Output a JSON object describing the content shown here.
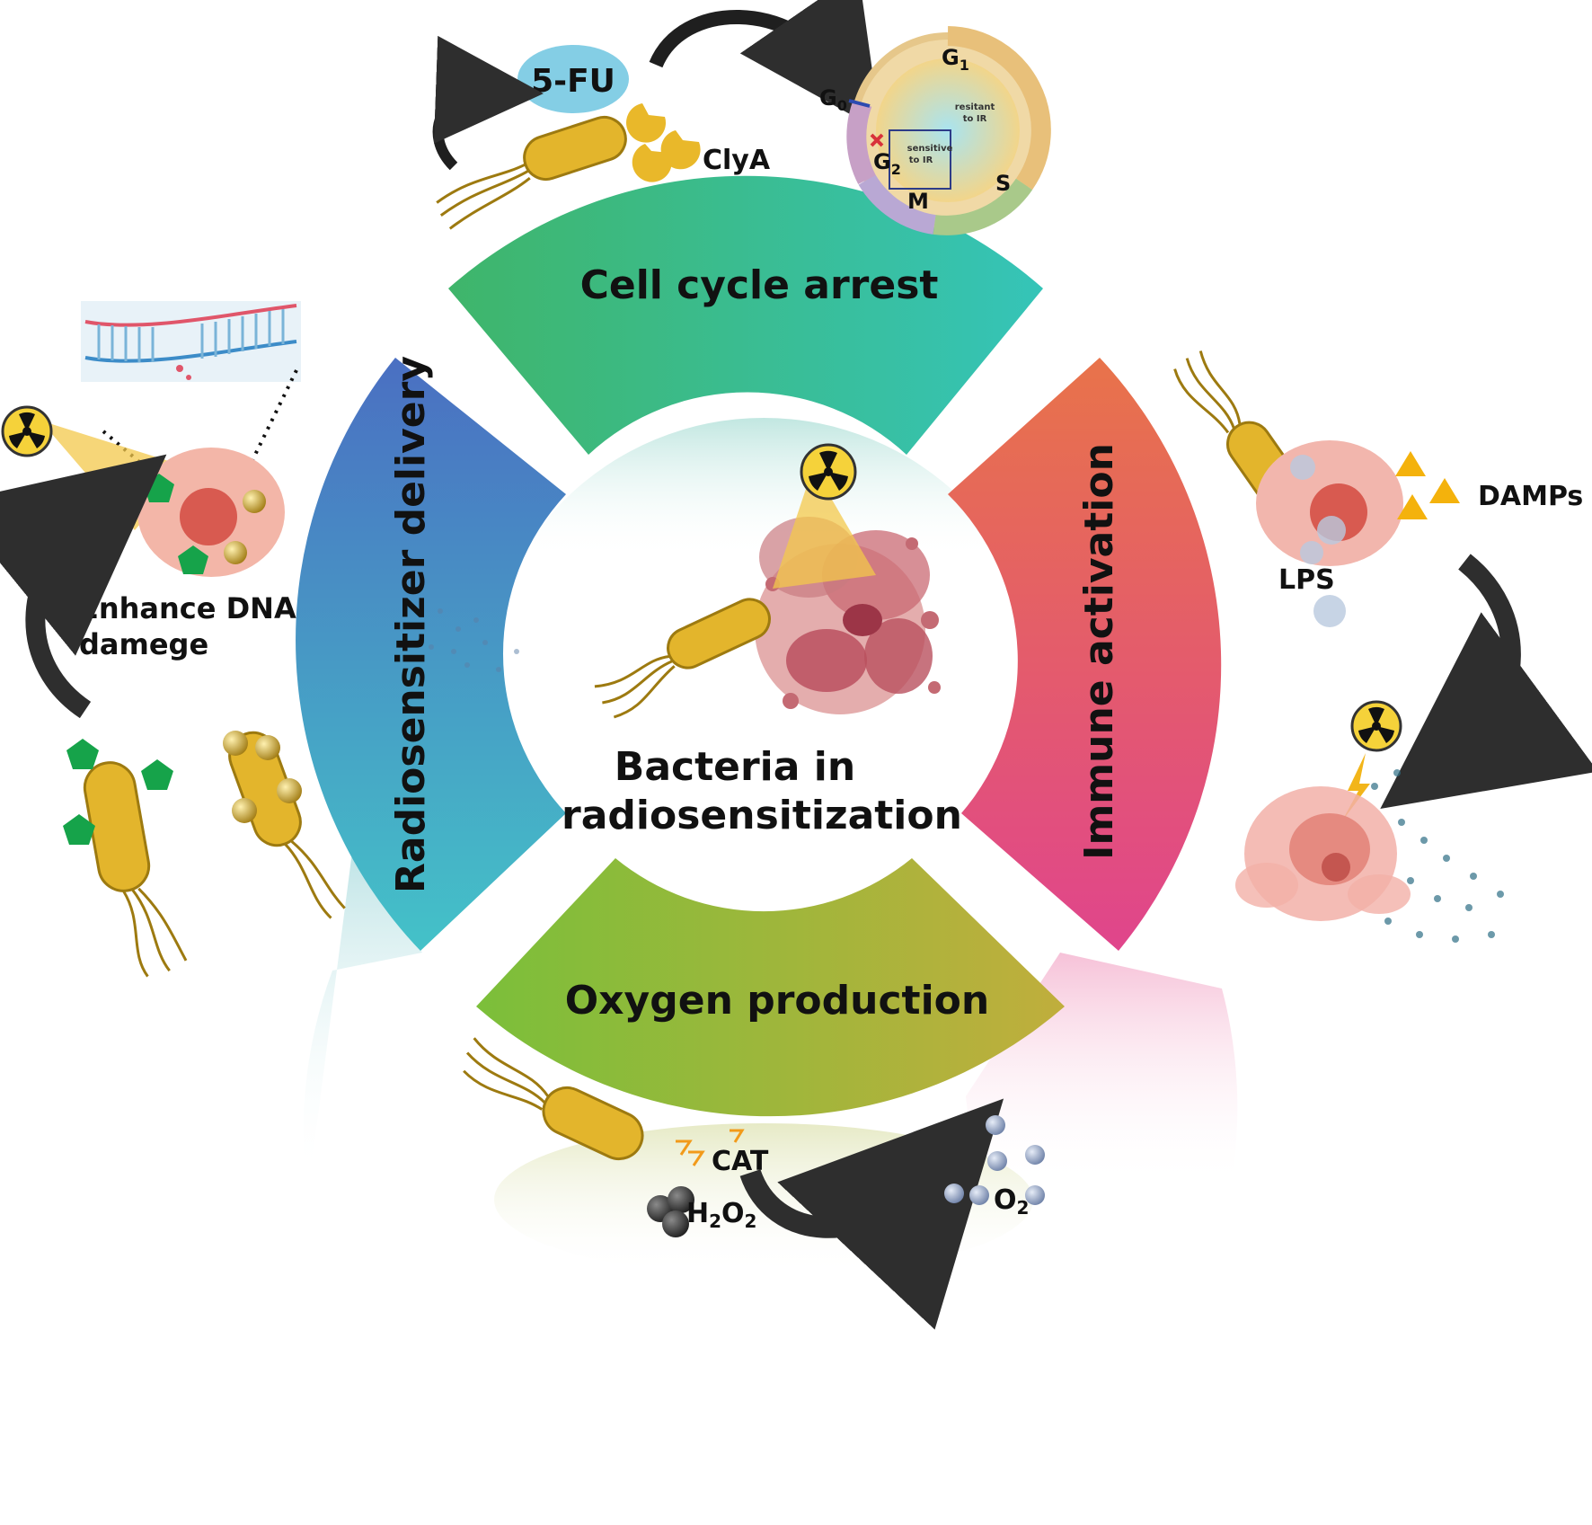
{
  "center": {
    "line1": "Bacteria in",
    "line2": "radiosensitization"
  },
  "segments": {
    "top": "Cell cycle arrest",
    "right": "Immune activation",
    "bottom": "Oxygen production",
    "left": "Radiosensitizer delivery"
  },
  "top_panel": {
    "drug": "5-FU",
    "toxin": "ClyA",
    "phases": {
      "g0": "G",
      "g0_sub": "0",
      "g1": "G",
      "g1_sub": "1",
      "g2": "G",
      "g2_sub": "2",
      "m": "M",
      "s": "S"
    },
    "resistant_line1": "resitant",
    "resistant_line2": "to IR",
    "sensitive_line1": "sensitive",
    "sensitive_line2": "to IR"
  },
  "left_panel": {
    "line1": "Enhance DNA",
    "line2": "damege"
  },
  "right_panel": {
    "damps": "DAMPs",
    "lps": "LPS"
  },
  "bottom_panel": {
    "cat": "CAT",
    "h2o2_a": "H",
    "h2o2_sub1": "2",
    "h2o2_b": "O",
    "h2o2_sub2": "2",
    "o2_a": "O",
    "o2_sub": "2"
  },
  "colors": {
    "top_start": "#3fb56a",
    "top_end": "#35c4b8",
    "left_start": "#4a6fc2",
    "left_end": "#44c2c8",
    "right_start": "#e8734a",
    "right_end": "#e0458c",
    "bottom_start": "#7bbf3a",
    "bottom_end": "#c0ae3c",
    "bacterium": "#e3b52c",
    "arrow": "#2e2e2e"
  }
}
